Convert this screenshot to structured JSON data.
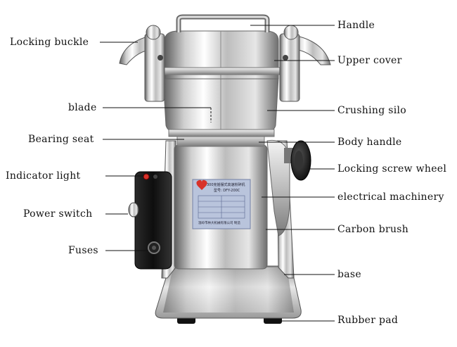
{
  "left_labels": [
    {
      "id": "locking-buckle",
      "text": "Locking buckle"
    },
    {
      "id": "blade",
      "text": "blade"
    },
    {
      "id": "bearing-seat",
      "text": "Bearing seat"
    },
    {
      "id": "indicator-light",
      "text": "Indicator light"
    },
    {
      "id": "power-switch",
      "text": "Power switch"
    },
    {
      "id": "fuses",
      "text": "Fuses"
    }
  ],
  "right_labels": [
    {
      "id": "handle",
      "text": "Handle"
    },
    {
      "id": "upper-cover",
      "text": "Upper cover"
    },
    {
      "id": "crushing-silo",
      "text": "Crushing silo"
    },
    {
      "id": "body-handle",
      "text": "Body handle"
    },
    {
      "id": "locking-screw-wheel",
      "text": "Locking screw wheel"
    },
    {
      "id": "electrical-machinery",
      "text": "electrical machinery"
    },
    {
      "id": "carbon-brush",
      "text": "Carbon brush"
    },
    {
      "id": "base",
      "text": "base"
    },
    {
      "id": "rubber-pad",
      "text": "Rubber pad"
    }
  ],
  "nameplate": {
    "title": "300克摇摆式高速粉碎机",
    "model": "型号: DFY-200C",
    "maker": "温岭市林大机械有限公司 制造"
  },
  "colors": {
    "line": "#111111",
    "steel_light": "#f2f2f2",
    "steel_mid": "#b8b8b8",
    "steel_dark": "#6a6a6a",
    "black_panel": "#1a1a1a",
    "nameplate": "#b9c4dc",
    "indicator_red": "#d8322a"
  }
}
